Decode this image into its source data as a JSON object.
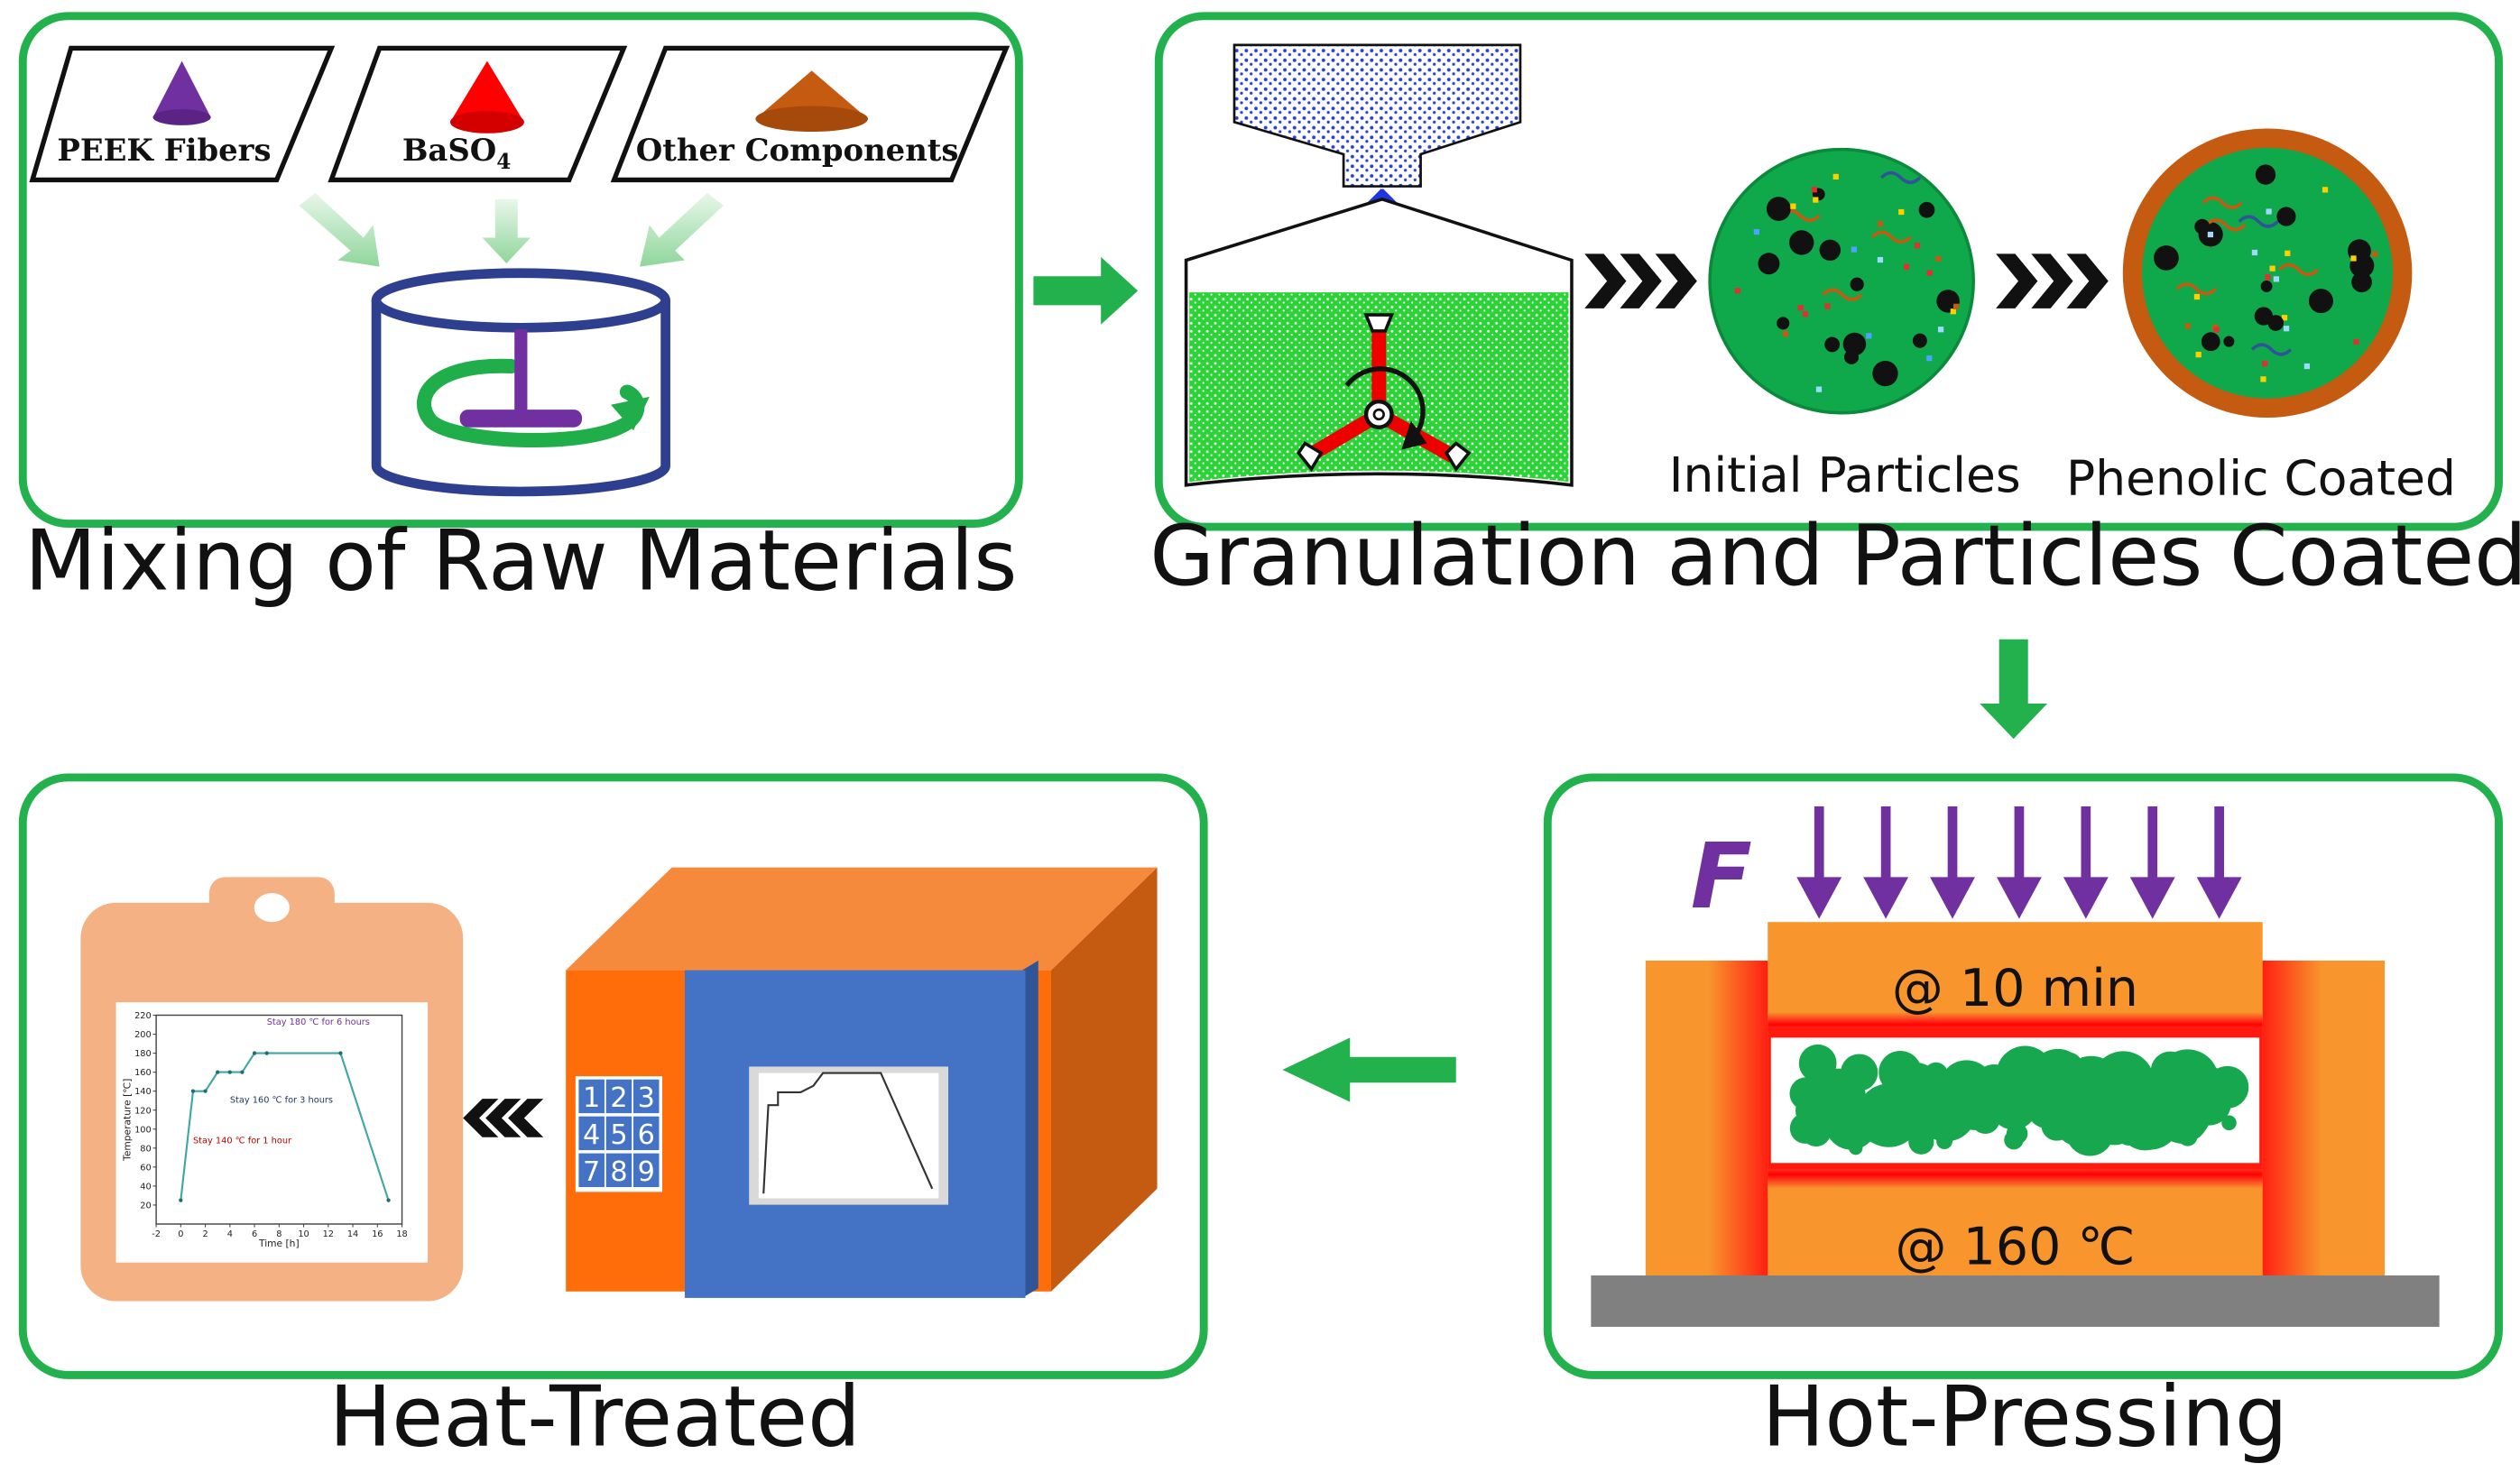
{
  "panels": {
    "mixing": {
      "caption": "Mixing of Raw Materials",
      "materials": [
        {
          "label": "PEEK Fibers",
          "color": "#7030a0"
        },
        {
          "label": "BaSO",
          "subscript": "4",
          "color": "#ff0000"
        },
        {
          "label": "Other Components",
          "color": "#c55a11"
        }
      ]
    },
    "granulation": {
      "caption": "Granulation and Particles Coated",
      "initial_label": "Initial Particles",
      "coated_label": "Phenolic Coated"
    },
    "hot_pressing": {
      "caption": "Hot-Pressing",
      "force_label": "F",
      "time_label": "@ 10 min",
      "temp_label": "@ 160 ℃"
    },
    "heat_treated": {
      "caption": "Heat-Treated",
      "keypad": [
        "1",
        "2",
        "3",
        "4",
        "5",
        "6",
        "7",
        "8",
        "9"
      ]
    }
  },
  "colors": {
    "panel_border": "#22b14c",
    "arrow": "#22b14c",
    "particle_green": "#17a84f",
    "oven_orange": "#ff6d0a",
    "oven_blue": "#4472c4",
    "press_orange": "#f8962d",
    "force_purple": "#7030a0"
  },
  "chart_data": {
    "type": "line",
    "title": "",
    "xlabel": "Time [h]",
    "ylabel": "Temperature [℃]",
    "xlim": [
      -2,
      18
    ],
    "ylim": [
      0,
      220
    ],
    "xticks": [
      -2,
      0,
      2,
      4,
      6,
      8,
      10,
      12,
      14,
      16,
      18
    ],
    "yticks": [
      20,
      40,
      60,
      80,
      100,
      120,
      140,
      160,
      180,
      200,
      220
    ],
    "series": [
      {
        "x": [
          0,
          1,
          2,
          3,
          4,
          5,
          6,
          7,
          13,
          16.9
        ],
        "y": [
          25,
          140,
          140,
          160,
          160,
          160,
          180,
          180,
          180,
          25
        ]
      }
    ],
    "annotations": [
      {
        "text": "Stay 180 ℃ for 6 hours",
        "x": 7,
        "y": 210,
        "color": "#7030a0"
      },
      {
        "text": "Stay 160 ℃ for 3 hours",
        "x": 4,
        "y": 128,
        "color": "#203864"
      },
      {
        "text": "Stay 140 ℃ for 1 hour",
        "x": 1,
        "y": 85,
        "color": "#c00000"
      }
    ]
  }
}
